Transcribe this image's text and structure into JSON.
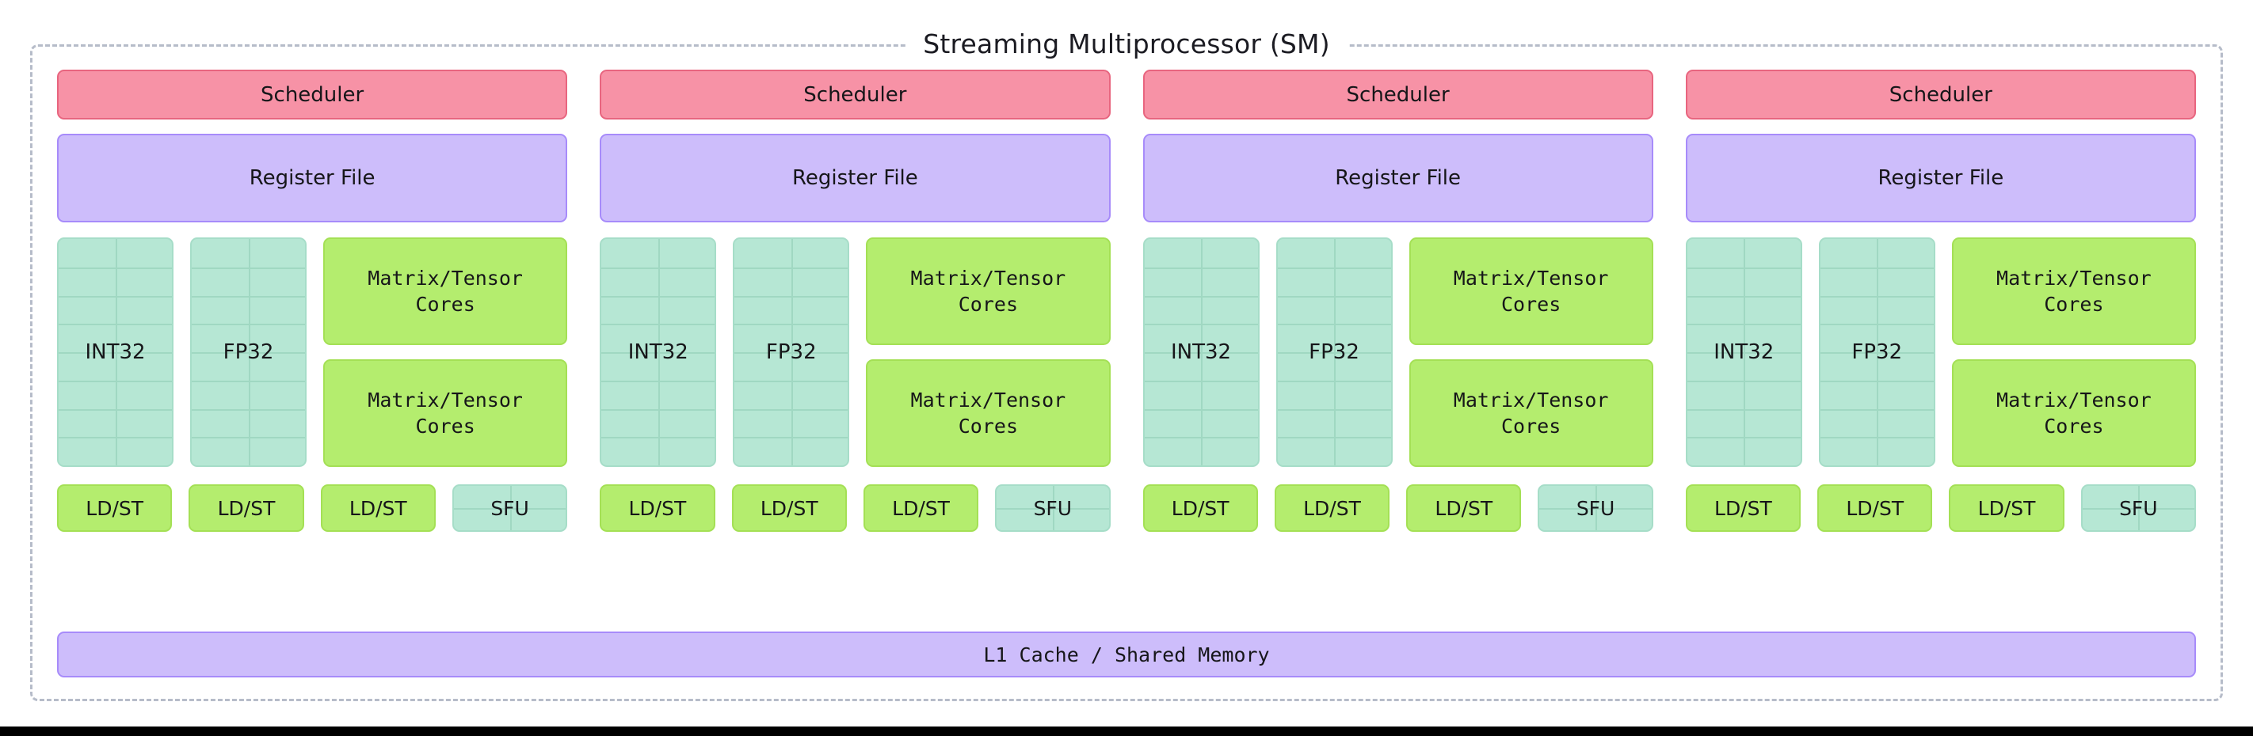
{
  "diagram": {
    "title": "Streaming Multiprocessor (SM)",
    "shared": {
      "l1_cache_label": "L1 Cache / Shared Memory"
    },
    "colors": {
      "scheduler_fill": "#f792a6",
      "scheduler_stroke": "#e8657f",
      "register_file_fill": "#cdbdfb",
      "register_file_stroke": "#a78bfa",
      "unit_fill": "#b6e7d4",
      "unit_stroke": "#a6ddc8",
      "tensor_fill": "#b4ed6e",
      "tensor_stroke": "#a4e055",
      "container_border": "#b6bcc9",
      "background": "#ffffff",
      "footer_bar": "#000000"
    },
    "groups": [
      {
        "scheduler": "Scheduler",
        "register_file": "Register File",
        "int_unit": "INT32",
        "fp_unit": "FP32",
        "tensor_cores": [
          "Matrix/Tensor\nCores",
          "Matrix/Tensor\nCores"
        ],
        "ldst": [
          "LD/ST",
          "LD/ST",
          "LD/ST"
        ],
        "sfu": "SFU"
      },
      {
        "scheduler": "Scheduler",
        "register_file": "Register File",
        "int_unit": "INT32",
        "fp_unit": "FP32",
        "tensor_cores": [
          "Matrix/Tensor\nCores",
          "Matrix/Tensor\nCores"
        ],
        "ldst": [
          "LD/ST",
          "LD/ST",
          "LD/ST"
        ],
        "sfu": "SFU"
      },
      {
        "scheduler": "Scheduler",
        "register_file": "Register File",
        "int_unit": "INT32",
        "fp_unit": "FP32",
        "tensor_cores": [
          "Matrix/Tensor\nCores",
          "Matrix/Tensor\nCores"
        ],
        "ldst": [
          "LD/ST",
          "LD/ST",
          "LD/ST"
        ],
        "sfu": "SFU"
      },
      {
        "scheduler": "Scheduler",
        "register_file": "Register File",
        "int_unit": "INT32",
        "fp_unit": "FP32",
        "tensor_cores": [
          "Matrix/Tensor\nCores",
          "Matrix/Tensor\nCores"
        ],
        "ldst": [
          "LD/ST",
          "LD/ST",
          "LD/ST"
        ],
        "sfu": "SFU"
      }
    ]
  }
}
